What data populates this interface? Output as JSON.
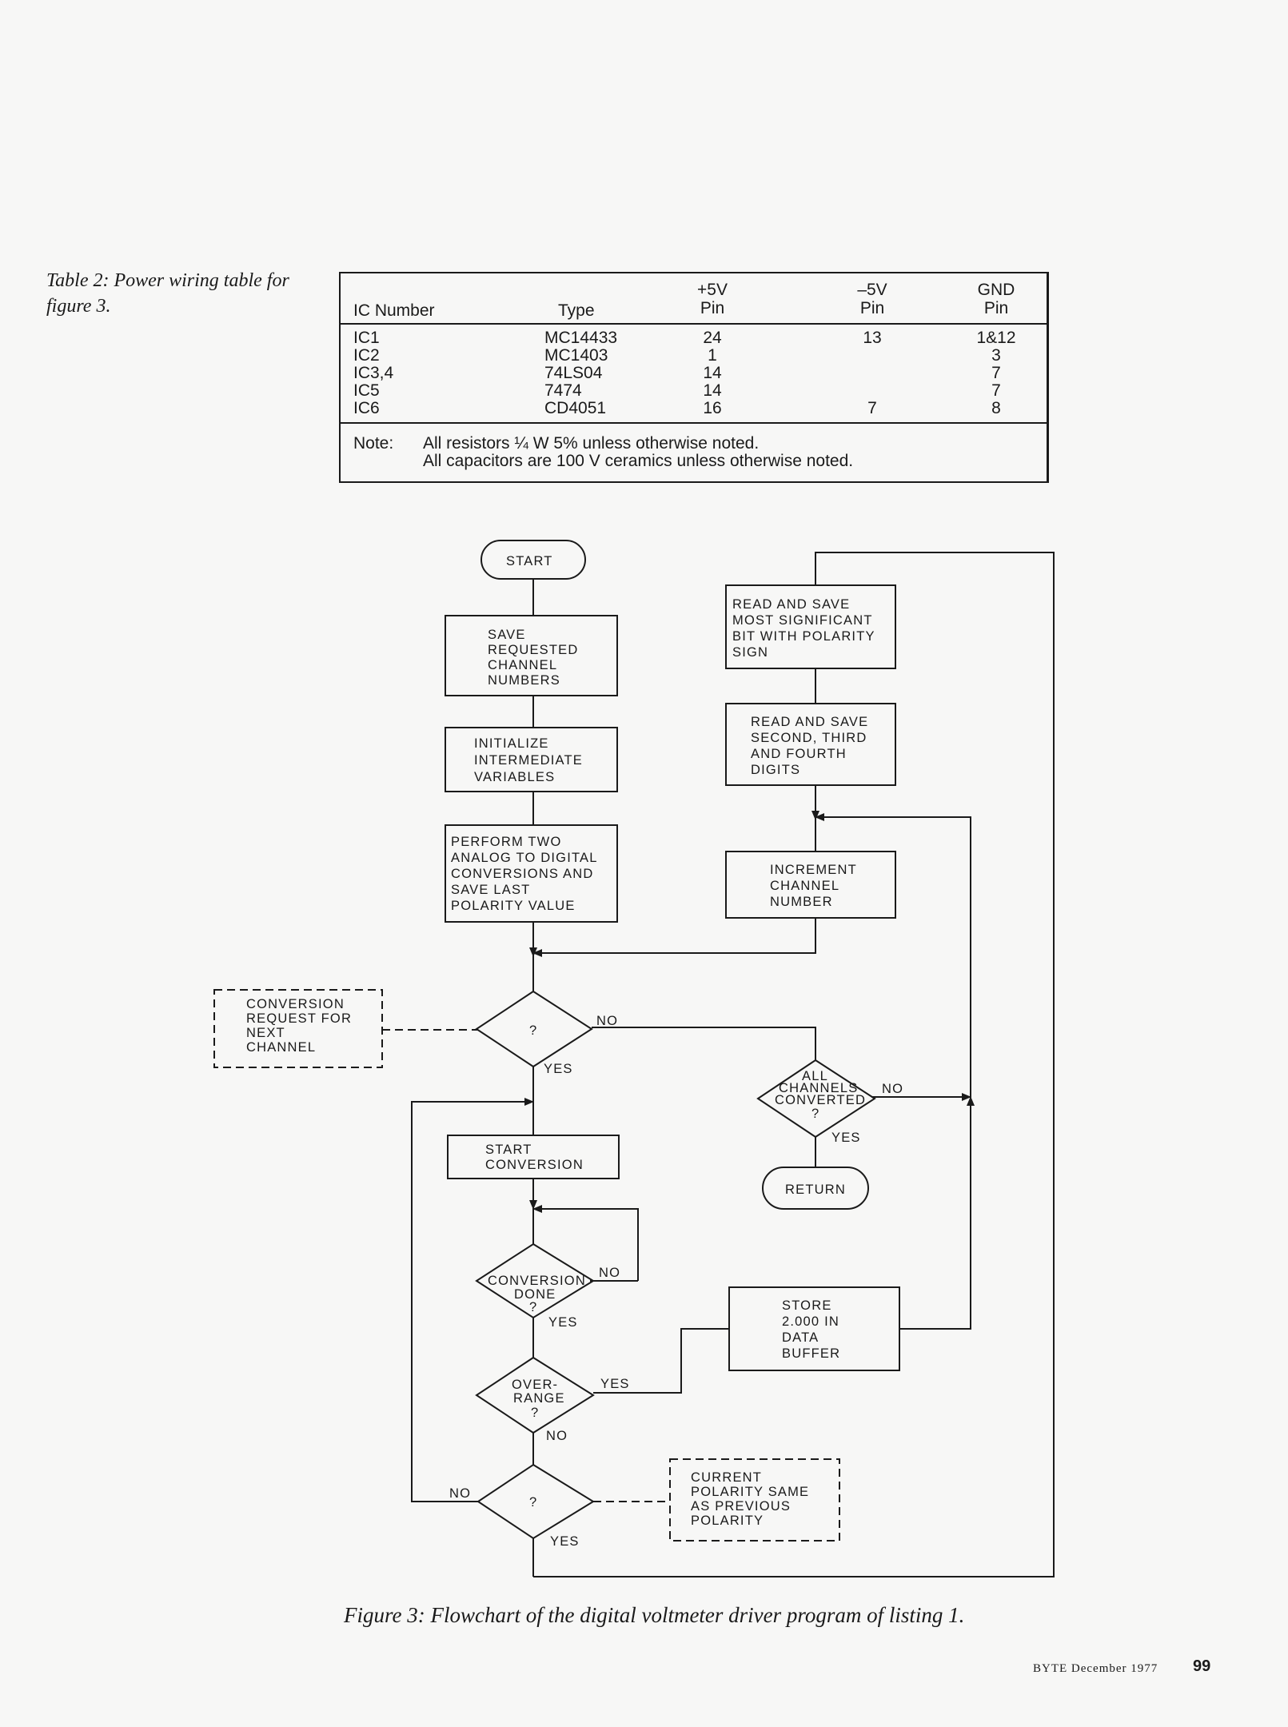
{
  "table_caption": "Table 2: Power wiring table for figure 3.",
  "table": {
    "headers": {
      "ic": "IC Number",
      "type": "Type",
      "p5v_1": "+5V",
      "p5v_2": "Pin",
      "m5v_1": "–5V",
      "m5v_2": "Pin",
      "gnd_1": "GND",
      "gnd_2": "Pin"
    },
    "rows": [
      {
        "ic": "IC1",
        "type": "MC14433",
        "p5v": "24",
        "m5v": "13",
        "gnd": "1&12"
      },
      {
        "ic": "IC2",
        "type": "MC1403",
        "p5v": "1",
        "m5v": "",
        "gnd": "3"
      },
      {
        "ic": "IC3,4",
        "type": "74LS04",
        "p5v": "14",
        "m5v": "",
        "gnd": "7"
      },
      {
        "ic": "IC5",
        "type": "7474",
        "p5v": "14",
        "m5v": "",
        "gnd": "7"
      },
      {
        "ic": "IC6",
        "type": "CD4051",
        "p5v": "16",
        "m5v": "7",
        "gnd": "8"
      }
    ],
    "note_label": "Note:",
    "note_line1": "All resistors ¼ W 5% unless otherwise noted.",
    "note_line2": "All capacitors are 100 V ceramics unless otherwise noted."
  },
  "flowchart": {
    "start": "START",
    "save": [
      "SAVE",
      "REQUESTED",
      "CHANNEL",
      "NUMBERS"
    ],
    "init": [
      "INITIALIZE",
      "INTERMEDIATE",
      "VARIABLES"
    ],
    "perform": [
      "PERFORM TWO",
      "ANALOG TO DIGITAL",
      "CONVERSIONS AND",
      "SAVE LAST",
      "POLARITY VALUE"
    ],
    "read_msb": [
      "READ AND SAVE",
      "MOST SIGNIFICANT",
      "BIT WITH POLARITY",
      "SIGN"
    ],
    "read_digits": [
      "READ AND SAVE",
      "SECOND, THIRD",
      "AND FOURTH",
      "DIGITS"
    ],
    "increment": [
      "INCREMENT",
      "CHANNEL",
      "NUMBER"
    ],
    "conv_request": [
      "CONVERSION",
      "REQUEST FOR",
      "NEXT",
      "CHANNEL"
    ],
    "q_mark": "?",
    "yes": "YES",
    "no": "NO",
    "all_channels": [
      "ALL",
      "CHANNELS",
      "CONVERTED",
      "?"
    ],
    "return": "RETURN",
    "start_conversion": [
      "START",
      "CONVERSION"
    ],
    "conversion_done": [
      "CONVERSION",
      "DONE",
      "?"
    ],
    "overrange": [
      "OVER-",
      "RANGE",
      "?"
    ],
    "store": [
      "STORE",
      "2.000 IN",
      "DATA",
      "BUFFER"
    ],
    "polarity_note": [
      "CURRENT",
      "POLARITY SAME",
      "AS PREVIOUS",
      "POLARITY"
    ]
  },
  "figure_caption": "Figure 3: Flowchart of the digital voltmeter driver program of listing 1.",
  "footer": {
    "magazine": "BYTE December 1977",
    "page": "99"
  }
}
